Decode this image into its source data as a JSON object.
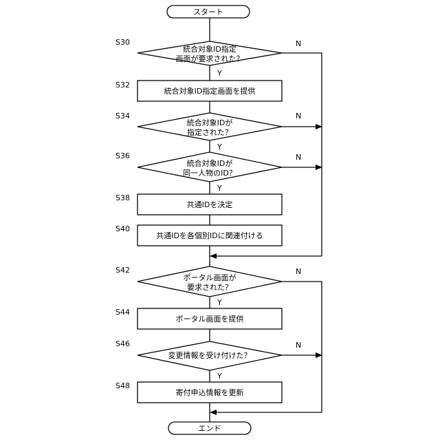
{
  "start": "スタート",
  "end": "エンド",
  "yes": "Y",
  "no": "N",
  "steps": {
    "s30": {
      "id": "S30",
      "line1": "統合対象ID指定",
      "line2": "画面が要求された？"
    },
    "s32": {
      "id": "S32",
      "text": "統合対象ID指定画面を提供"
    },
    "s34": {
      "id": "S34",
      "line1": "統合対象IDが",
      "line2": "指定された？"
    },
    "s36": {
      "id": "S36",
      "line1": "統合対象IDが",
      "line2": "同一人物のID？"
    },
    "s38": {
      "id": "S38",
      "text": "共通IDを決定"
    },
    "s40": {
      "id": "S40",
      "text": "共通IDを各個別IDに関連付ける"
    },
    "s42": {
      "id": "S42",
      "line1": "ポータル画面が",
      "line2": "要求された？"
    },
    "s44": {
      "id": "S44",
      "text": "ポータル画面を提供"
    },
    "s46": {
      "id": "S46",
      "text": "変更情報を受け付けた？"
    },
    "s48": {
      "id": "S48",
      "text": "寄付申込情報を更新"
    }
  }
}
